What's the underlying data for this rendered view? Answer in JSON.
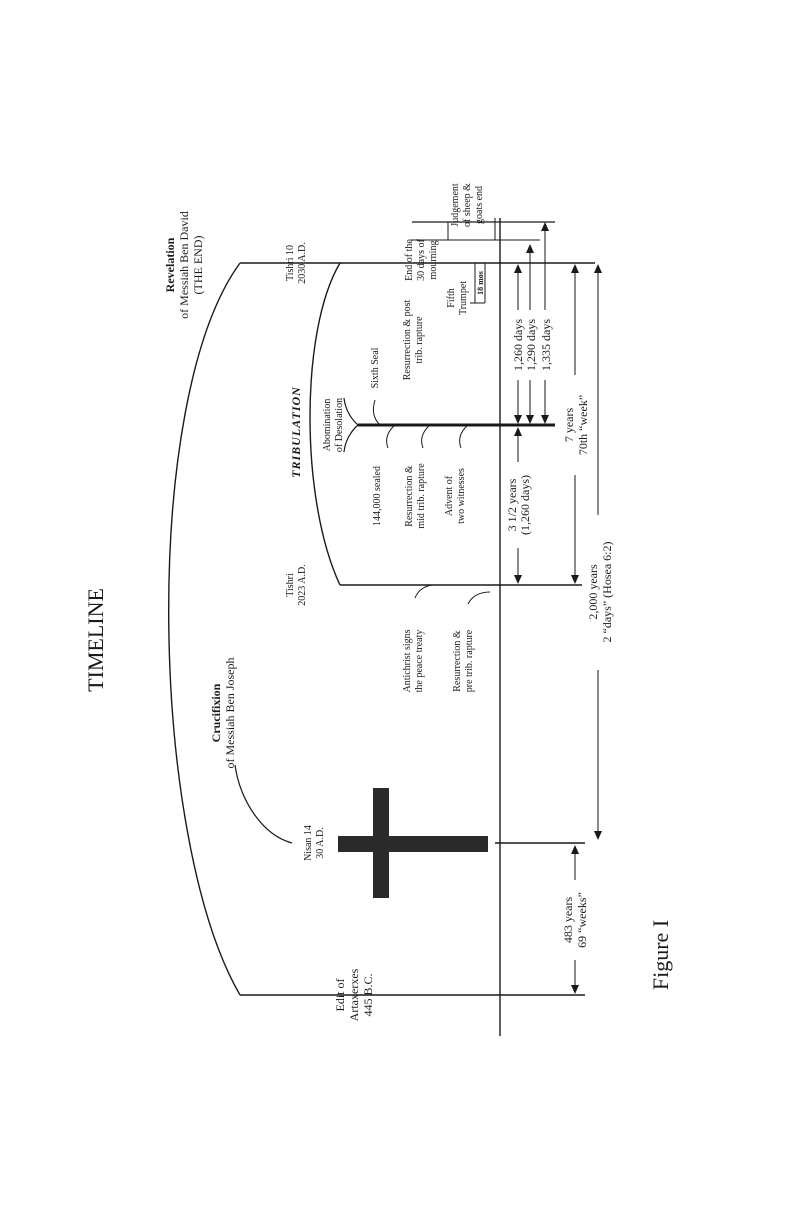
{
  "title": "TIMELINE",
  "figure_caption": "Figure I",
  "events": {
    "revelation": "Revelation",
    "revelation_sub": "of Messiah Ben David",
    "revelation_end": "(THE END)",
    "crucifixion": "Crucifixion",
    "crucifixion_sub": "of Messiah Ben Joseph",
    "tribulation": "TRIBULATION",
    "abomination": "Abomination",
    "abomination_sub": "of Desolation",
    "sixth_seal": "Sixth Seal",
    "sealed": "144,000 sealed",
    "mid_rapture_1": "Resurrection &",
    "mid_rapture_2": "mid trib. rapture",
    "advent_1": "Advent of",
    "advent_2": "two witnesses",
    "post_rapture_1": "Resurrection & post",
    "post_rapture_2": "trib. rapture",
    "fifth_trumpet_1": "Fifth",
    "fifth_trumpet_2": "Trumpet",
    "eighteen_mos": "18 mos",
    "mourning_1": "End of the",
    "mourning_2": "30 days of",
    "mourning_3": "mourning",
    "judgement_1": "Judgement",
    "judgement_2": "of sheep &",
    "judgement_3": "goats end",
    "antichrist_1": "Antichrist signs",
    "antichrist_2": "the peace treaty",
    "pre_rapture_1": "Resurrection &",
    "pre_rapture_2": "pre trib. rapture"
  },
  "dates": {
    "tishri10_1": "Tishri 10",
    "tishri10_2": "2030 A.D.",
    "tishri_1": "Tishri",
    "tishri_2": "2023 A.D.",
    "nisan_1": "Nisan 14",
    "nisan_2": "30 A.D.",
    "edit_1": "Edit of",
    "edit_2": "Artaxerxes",
    "edit_3": "445 B.C."
  },
  "spans": {
    "d1260": "1,260 days",
    "d1290": "1,290 days",
    "d1335": "1,335 days",
    "half_1": "3 1/2 years",
    "half_2": "(1,260 days)",
    "seven_1": "7 years",
    "seven_2": "70th “week”",
    "two_thousand_1": "2,000 years",
    "two_thousand_2": "2 “days” (Hosea 6:2)",
    "weeks_1": "483 years",
    "weeks_2": "69 “weeks”"
  },
  "colors": {
    "ink": "#1a1a1a",
    "background": "#ffffff"
  }
}
